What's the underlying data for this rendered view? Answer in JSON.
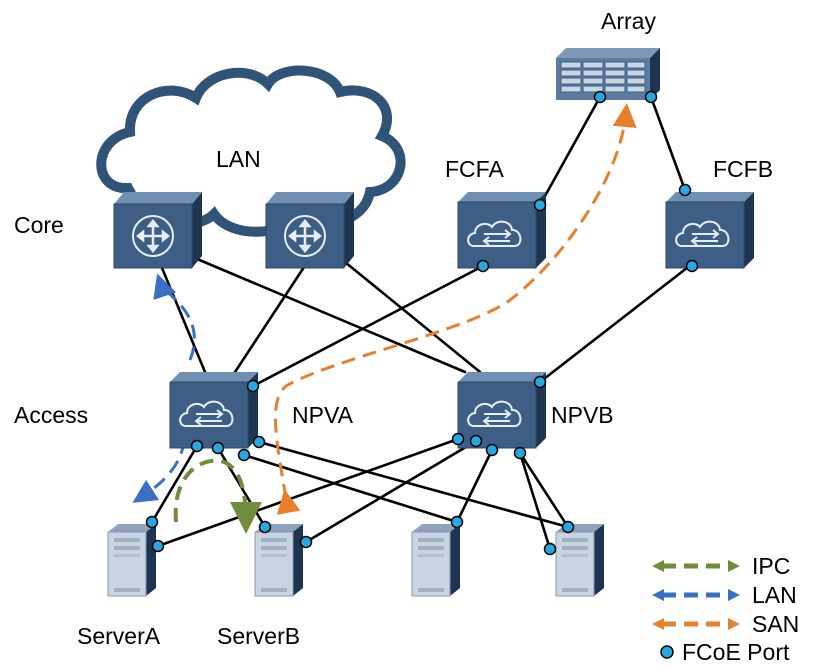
{
  "labels": {
    "array": "Array",
    "lan_cloud": "LAN",
    "fcfa": "FCFA",
    "fcfb": "FCFB",
    "core": "Core",
    "access": "Access",
    "npva": "NPVA",
    "npvb": "NPVB",
    "server_a": "ServerA",
    "server_b": "ServerB"
  },
  "legend": [
    {
      "label": "IPC",
      "color": "#6f8d3c"
    },
    {
      "label": "LAN",
      "color": "#3a6fc2"
    },
    {
      "label": "SAN",
      "color": "#e6802e"
    },
    {
      "label": "FCoE Port",
      "color": "#29a8df"
    }
  ],
  "colors": {
    "device_dark": "#1f3650",
    "device_face": "#3d5f86",
    "device_top": "#6f8fb3",
    "server_body": "#c8d4e1",
    "server_dark": "#1d3550",
    "cloud_outline": "#2f5477",
    "port_fill": "#29a8df",
    "link": "#000000"
  },
  "icons": {
    "core_switch": "router-arrows-icon",
    "fc_switch": "cloud-exchange-icon",
    "server": "tower-server-icon",
    "storage": "disk-array-icon"
  }
}
